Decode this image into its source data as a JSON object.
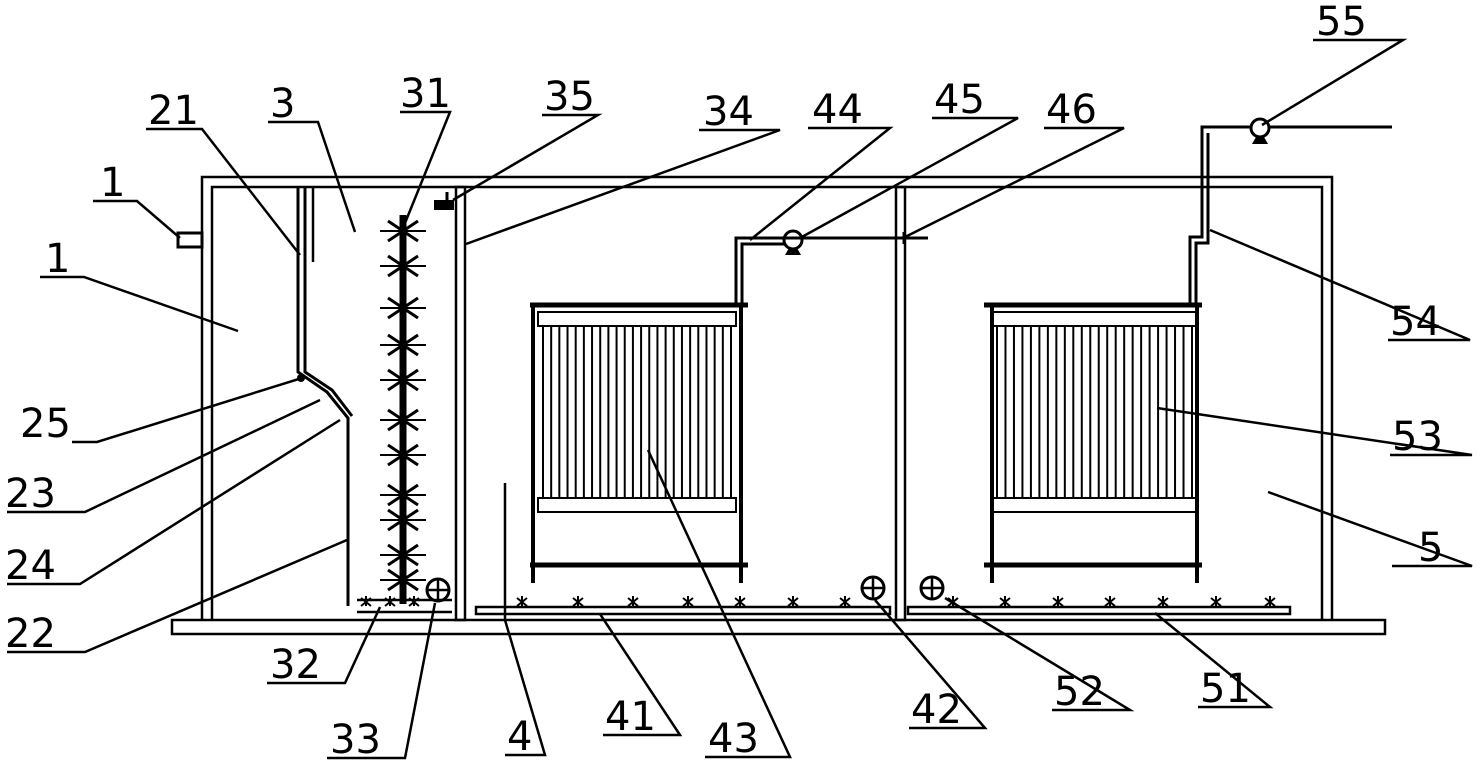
{
  "diagram": {
    "labels": {
      "inlet_pipe": "1",
      "tank_1": "1",
      "pipe_21": "21",
      "pipe_22": "22",
      "elbow_23": "23",
      "elbow_24": "24",
      "joint_25": "25",
      "tank_3": "3",
      "mixer_31": "31",
      "aerator_32": "32",
      "valve_33": "33",
      "overflow_34": "34",
      "doser_35": "35",
      "tank_4": "4",
      "aerator_41": "41",
      "valve_42": "42",
      "membrane_43": "43",
      "pipe_44": "44",
      "pump_45": "45",
      "pipe_46": "46",
      "tank_5": "5",
      "aerator_51": "51",
      "valve_52": "52",
      "membrane_53": "53",
      "pipe_54": "54",
      "pump_55": "55"
    }
  }
}
